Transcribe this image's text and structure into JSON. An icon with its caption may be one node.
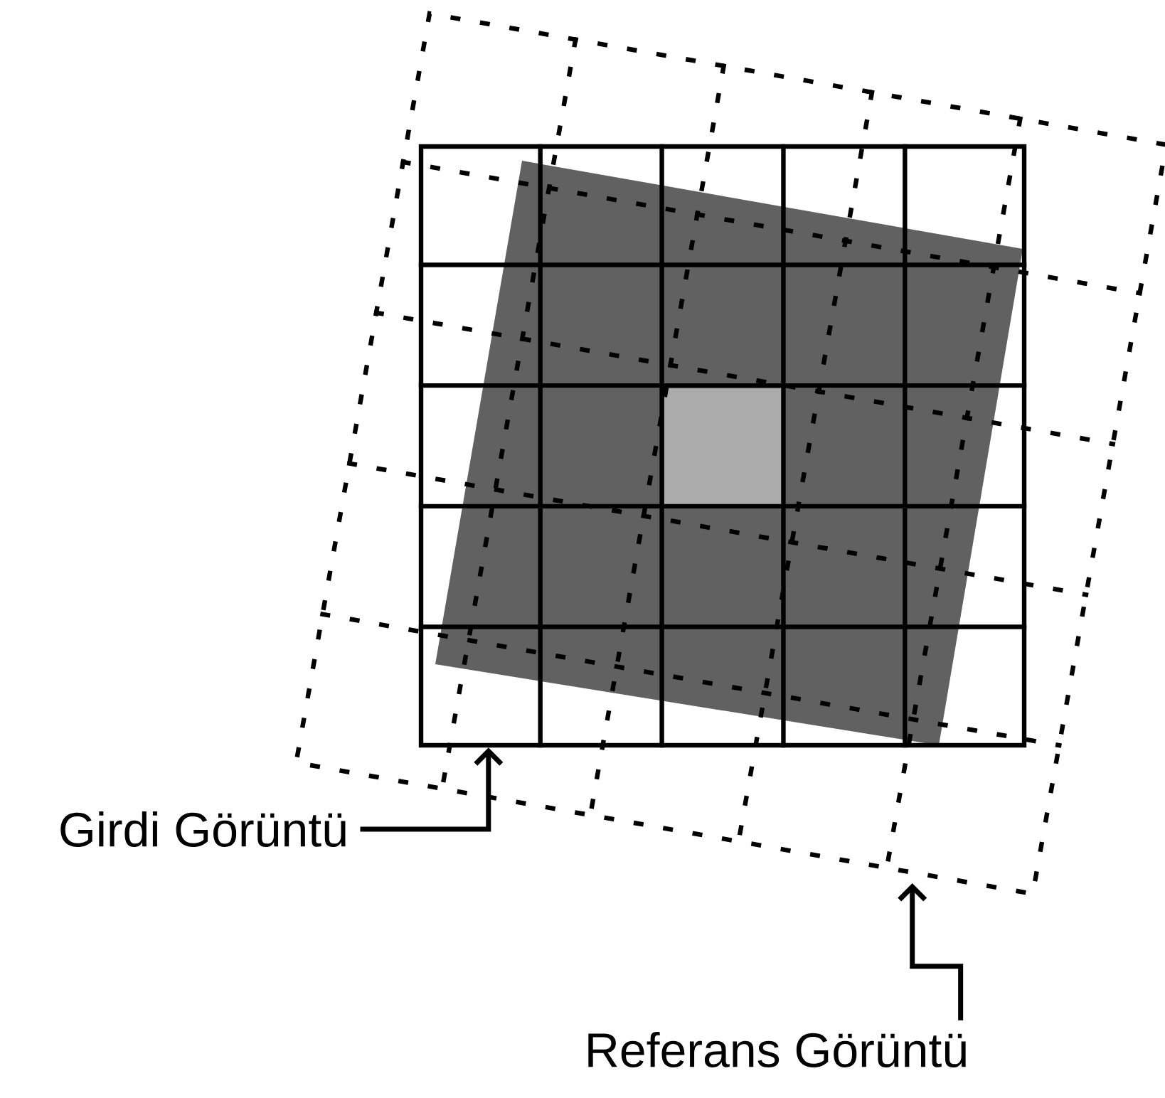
{
  "diagram": {
    "nodes": [
      {
        "text": [
          "Girdi Görüntü"
        ]
      },
      {
        "text": [
          "Referans Görüntü"
        ]
      },
      {
        "text": [],
        "shape": "grid",
        "in": 3
      },
      {
        "text": [],
        "shape": "grid"
      }
    ],
    "edges": [
      {
        "from": 0,
        "to": 2,
        "arrow": "to"
      },
      {
        "from": 1,
        "to": 3,
        "arrow": "to"
      }
    ]
  }
}
